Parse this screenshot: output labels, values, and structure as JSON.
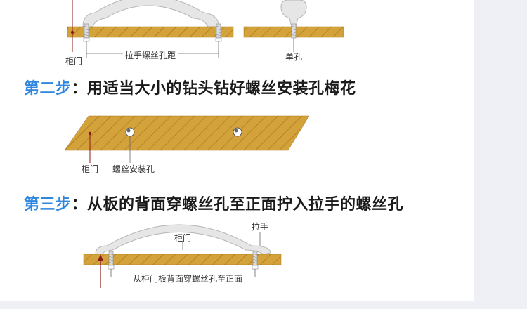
{
  "step1": {
    "label_door": "柜门",
    "label_hole_distance": "拉手螺丝孔距",
    "label_single_hole": "单孔"
  },
  "step2": {
    "number": "第二步",
    "colon": "：",
    "text": "用适当大小的钻头钻好螺丝安装孔梅花",
    "label_door": "柜门",
    "label_screw_hole": "螺丝安装孔"
  },
  "step3": {
    "number": "第三步",
    "colon": "：",
    "text": "从板的背面穿螺丝孔至正面拧入拉手的螺丝孔",
    "label_door": "柜门",
    "label_handle": "拉手",
    "label_instruction": "从柜门板背面穿螺丝孔至正面"
  },
  "colors": {
    "wood": "#d4a23b",
    "wood_hatch": "#a8781c",
    "handle": "#e6e6e6",
    "handle_stroke": "#b5b5b5",
    "step_number": "#2e86de",
    "marker": "#8b1a1a"
  }
}
